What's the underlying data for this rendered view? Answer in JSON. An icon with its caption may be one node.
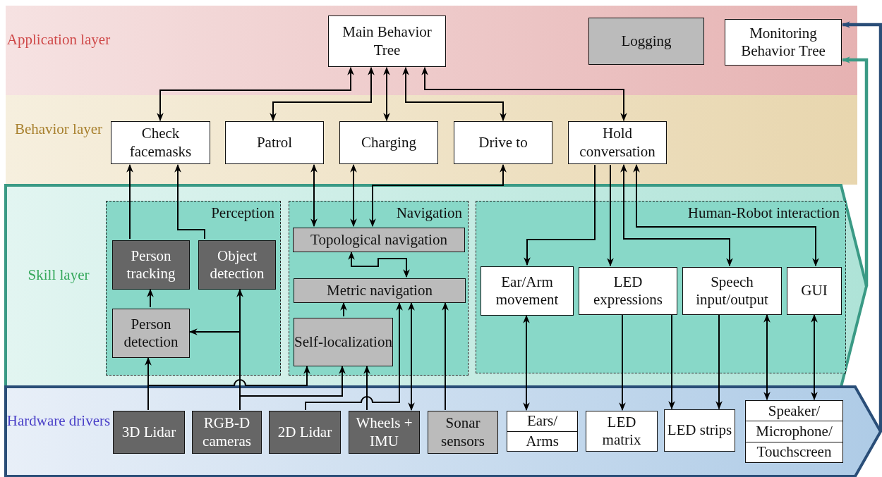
{
  "diagram": {
    "nodes": [
      {
        "text": [
          "Application layer"
        ]
      },
      {
        "text": [
          "Main Behavior Tree"
        ],
        "in": 0
      },
      {
        "text": [
          "Logging"
        ],
        "in": 0
      },
      {
        "text": [
          "Monitoring Behavior Tree"
        ],
        "in": 0
      },
      {
        "text": [
          "Behavior layer"
        ]
      },
      {
        "text": [
          "Check facemasks"
        ],
        "in": 4
      },
      {
        "text": [
          "Patrol"
        ],
        "in": 4
      },
      {
        "text": [
          "Charging"
        ],
        "in": 4
      },
      {
        "text": [
          "Drive to"
        ],
        "in": 4
      },
      {
        "text": [
          "Hold conversation"
        ],
        "in": 4
      },
      {
        "text": [
          "Skill layer"
        ]
      },
      {
        "text": [
          "Perception"
        ],
        "in": 10
      },
      {
        "text": [
          "Person tracking"
        ],
        "in": 11
      },
      {
        "text": [
          "Object detection"
        ],
        "in": 11
      },
      {
        "text": [
          "Person detection"
        ],
        "in": 11
      },
      {
        "text": [
          "Navigation"
        ],
        "in": 10
      },
      {
        "text": [
          "Topological navigation"
        ],
        "in": 15
      },
      {
        "text": [
          "Metric navigation"
        ],
        "in": 15
      },
      {
        "text": [
          "Self-localization"
        ],
        "in": 15
      },
      {
        "text": [
          "Human-Robot interaction"
        ],
        "in": 10
      },
      {
        "text": [
          "Ear/Arm movement"
        ],
        "in": 19
      },
      {
        "text": [
          "LED expressions"
        ],
        "in": 19
      },
      {
        "text": [
          "Speech input/output"
        ],
        "in": 19
      },
      {
        "text": [
          "GUI"
        ],
        "in": 19
      },
      {
        "text": [
          "Hardware drivers"
        ]
      },
      {
        "text": [
          "3D Lidar"
        ],
        "in": 24
      },
      {
        "text": [
          "RGB-D cameras"
        ],
        "in": 24
      },
      {
        "text": [
          "2D Lidar"
        ],
        "in": 24
      },
      {
        "text": [
          "Wheels + IMU"
        ],
        "in": 24
      },
      {
        "text": [
          "Sonar sensors"
        ],
        "in": 24
      },
      {
        "text": [
          "Ears/",
          "Arms"
        ],
        "in": 24
      },
      {
        "text": [
          "LED matrix"
        ],
        "in": 24
      },
      {
        "text": [
          "LED strips"
        ],
        "in": 24
      },
      {
        "text": [
          "Speaker/",
          "Microphone/",
          "Touchscreen"
        ],
        "in": 24
      }
    ],
    "edges": [
      {
        "from": 1,
        "to": 5,
        "arrow": "both"
      },
      {
        "from": 1,
        "to": 6,
        "arrow": "both"
      },
      {
        "from": 1,
        "to": 7,
        "arrow": "both"
      },
      {
        "from": 1,
        "to": 8,
        "arrow": "both"
      },
      {
        "from": 1,
        "to": 9,
        "arrow": "both"
      },
      {
        "from": 12,
        "to": 5,
        "arrow": "to"
      },
      {
        "from": 13,
        "to": 5,
        "arrow": "to"
      },
      {
        "from": 6,
        "to": 16,
        "arrow": "both"
      },
      {
        "from": 7,
        "to": 16,
        "arrow": "both"
      },
      {
        "from": 8,
        "to": 16,
        "arrow": "both"
      },
      {
        "from": 16,
        "to": 17,
        "arrow": "both"
      },
      {
        "from": 18,
        "to": 17,
        "arrow": "to"
      },
      {
        "from": 14,
        "to": 12,
        "arrow": "to"
      },
      {
        "from": 25,
        "to": 14,
        "arrow": "to"
      },
      {
        "from": 25,
        "to": 18,
        "arrow": "to"
      },
      {
        "from": 26,
        "to": 13,
        "arrow": "to"
      },
      {
        "from": 26,
        "to": 14,
        "arrow": "to"
      },
      {
        "from": 26,
        "to": 18,
        "arrow": "to"
      },
      {
        "from": 27,
        "to": 17,
        "arrow": "to"
      },
      {
        "from": 28,
        "to": 18,
        "arrow": "to"
      },
      {
        "from": 28,
        "to": 17,
        "arrow": "both"
      },
      {
        "from": 29,
        "to": 17,
        "arrow": "to"
      },
      {
        "from": 9,
        "to": 20,
        "arrow": "to"
      },
      {
        "from": 9,
        "to": 21,
        "arrow": "to"
      },
      {
        "from": 9,
        "to": 22,
        "arrow": "both"
      },
      {
        "from": 9,
        "to": 23,
        "arrow": "both"
      },
      {
        "from": 20,
        "to": 30,
        "arrow": "both"
      },
      {
        "from": 21,
        "to": 31,
        "arrow": "to"
      },
      {
        "from": 21,
        "to": 32,
        "arrow": "to"
      },
      {
        "from": 22,
        "to": 32,
        "arrow": "to"
      },
      {
        "from": 22,
        "to": 33,
        "arrow": "both"
      },
      {
        "from": 23,
        "to": 33,
        "arrow": "both"
      },
      {
        "from": 10,
        "to": 3,
        "arrow": "to",
        "style": "thick",
        "color": "#3a9a85"
      },
      {
        "from": 24,
        "to": 3,
        "arrow": "to",
        "style": "thick",
        "color": "#2a4e78"
      }
    ]
  }
}
